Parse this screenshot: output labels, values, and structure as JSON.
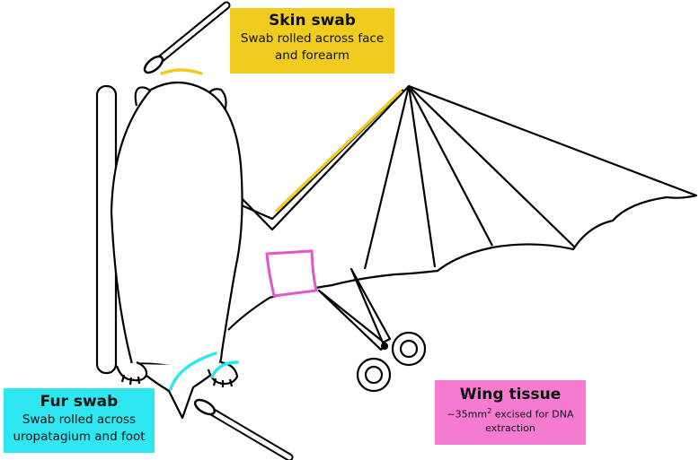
{
  "labels": {
    "skin": {
      "title": "Skin swab",
      "line1": "Swab rolled across face",
      "line2": "and forearm",
      "color": "#f0cc1e"
    },
    "fur": {
      "title": "Fur swab",
      "line1": "Swab rolled across",
      "line2": "uropatagium and foot",
      "color": "#2ee7f0"
    },
    "wing": {
      "title": "Wing tissue",
      "desc_prefix": "~35mm",
      "desc_sup": "2",
      "desc_rest": " excised for DNA",
      "line2": "extraction",
      "color": "#f47bd0"
    }
  },
  "colors": {
    "outline": "#000000",
    "skin_highlight": "#f0cc1e",
    "fur_highlight": "#2ee7f0",
    "tissue_highlight": "#e356c9"
  },
  "icons": [
    "cotton-swab-icon",
    "scissors-icon",
    "bat-illustration"
  ]
}
